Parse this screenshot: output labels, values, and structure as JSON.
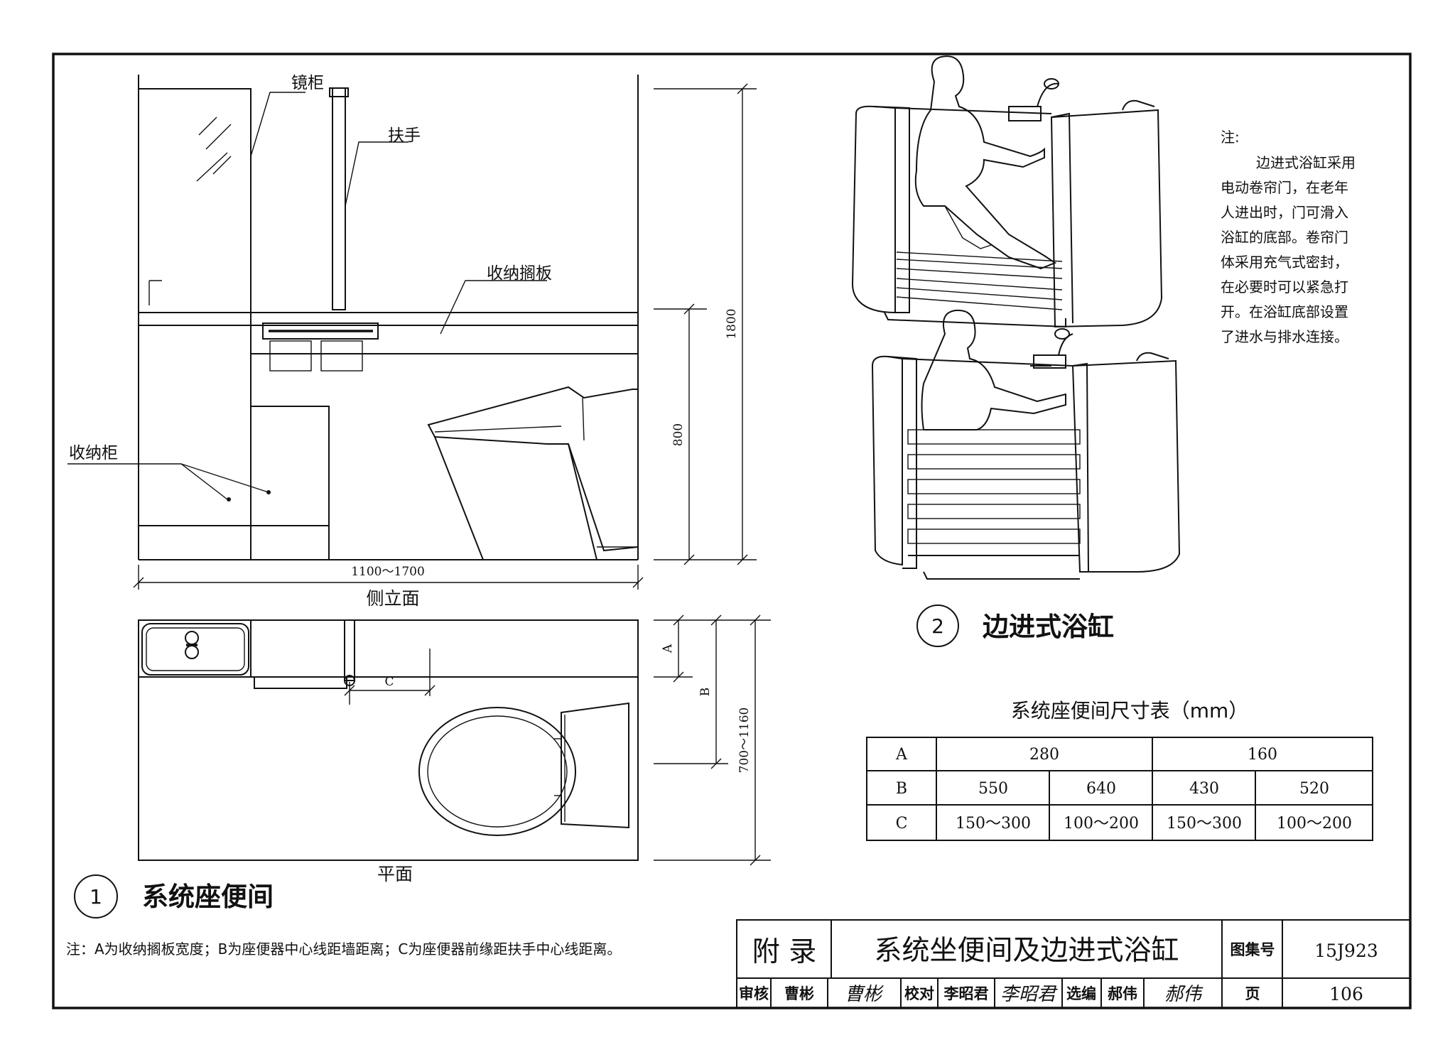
{
  "left_drawing": {
    "labels": {
      "mirror_cabinet": "镜柜",
      "handrail": "扶手",
      "storage_shelf": "收纳搁板",
      "storage_cabinet": "收纳柜"
    },
    "dimensions": {
      "total_height": "1800",
      "counter_height": "800",
      "width": "1100～1700",
      "plan_depth": "700～1160",
      "a": "A",
      "b": "B",
      "c": "C"
    },
    "view_captions": {
      "elevation": "侧立面",
      "plan": "平面"
    },
    "section": {
      "number": "1",
      "title": "系统座便间"
    }
  },
  "right_drawing": {
    "note_heading": "注:",
    "note_lines": [
      "边进式浴缸采用",
      "电动卷帘门，在老年",
      "人进出时，门可滑入",
      "浴缸的底部。卷帘门",
      "体采用充气式密封，",
      "在必要时可以紧急打",
      "开。在浴缸底部设置",
      "了进水与排水连接。"
    ],
    "section": {
      "number": "2",
      "title": "边进式浴缸"
    }
  },
  "size_table": {
    "title": "系统座便间尺寸表（mm）",
    "rows": [
      {
        "label": "A",
        "cells": [
          "280",
          "160"
        ]
      },
      {
        "label": "B",
        "cells": [
          "550",
          "640",
          "430",
          "520"
        ]
      },
      {
        "label": "C",
        "cells": [
          "150～300",
          "100～200",
          "150～300",
          "100～200"
        ]
      }
    ]
  },
  "footnote": "注：A为收纳搁板宽度；B为座便器中心线距墙距离；C为座便器前缘距扶手中心线距离。",
  "title_block": {
    "category": "附  录",
    "drawing_title": "系统坐便间及边进式浴缸",
    "atlas_label": "图集号",
    "atlas_number": "15J923",
    "page_label": "页",
    "page_number": "106",
    "review_label": "审核",
    "reviewer": "曹彬",
    "reviewer_signature": "曹彬",
    "check_label": "校对",
    "checker": "李昭君",
    "checker_signature": "李昭君",
    "author_label": "选编",
    "author": "郝伟",
    "author_signature": "郝伟"
  }
}
